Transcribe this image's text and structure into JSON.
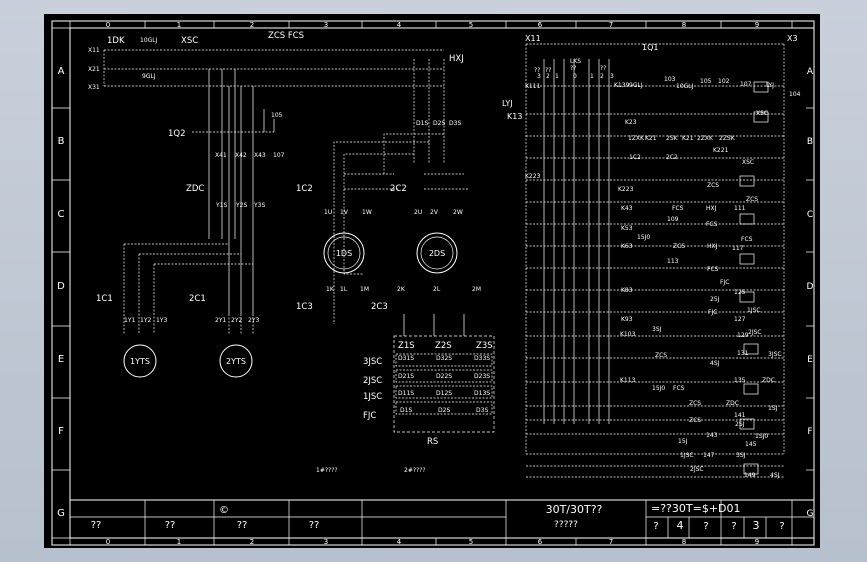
{
  "drawing": {
    "col_labels": [
      "0",
      "1",
      "2",
      "3",
      "4",
      "5",
      "6",
      "7",
      "8",
      "9"
    ],
    "row_labels": [
      "A",
      "B",
      "C",
      "D",
      "E",
      "F",
      "G"
    ],
    "top_left": [
      {
        "id": "dk",
        "text": "1DK"
      },
      {
        "id": "glj10",
        "text": "10GLJ"
      },
      {
        "id": "xsc",
        "text": "XSC"
      },
      {
        "id": "zcsfcs",
        "text": "ZCS FCS"
      },
      {
        "id": "glj9",
        "text": "9GLJ"
      },
      {
        "id": "x11",
        "text": "X11"
      },
      {
        "id": "x21",
        "text": "X21"
      },
      {
        "id": "x31",
        "text": "X31"
      },
      {
        "id": "hxj",
        "text": "HXJ"
      },
      {
        "id": "n105",
        "text": "105"
      },
      {
        "id": "q1q2",
        "text": "1Q2"
      },
      {
        "id": "x41",
        "text": "X41"
      },
      {
        "id": "x42",
        "text": "X42"
      },
      {
        "id": "x43",
        "text": "X43"
      },
      {
        "id": "n107",
        "text": "107"
      },
      {
        "id": "zdc",
        "text": "ZDC"
      },
      {
        "id": "y1s",
        "text": "Y1S"
      },
      {
        "id": "y2s",
        "text": "Y2S"
      },
      {
        "id": "y3s",
        "text": "Y3S"
      },
      {
        "id": "c1c1",
        "text": "1C1"
      },
      {
        "id": "c2c1",
        "text": "2C1"
      },
      {
        "id": "y11",
        "text": "1Y1"
      },
      {
        "id": "y12",
        "text": "1Y2"
      },
      {
        "id": "y13",
        "text": "1Y3"
      },
      {
        "id": "y21",
        "text": "2Y1"
      },
      {
        "id": "y22",
        "text": "2Y2"
      },
      {
        "id": "y23",
        "text": "2Y3"
      },
      {
        "id": "d1s",
        "text": "D1S"
      },
      {
        "id": "d2s",
        "text": "D2S"
      },
      {
        "id": "d3s",
        "text": "D3S"
      },
      {
        "id": "c1c2",
        "text": "1C2"
      },
      {
        "id": "c2c2",
        "text": "2C2"
      },
      {
        "id": "u1",
        "text": "1U"
      },
      {
        "id": "v1",
        "text": "1V"
      },
      {
        "id": "w1",
        "text": "1W"
      },
      {
        "id": "u2",
        "text": "2U"
      },
      {
        "id": "v2",
        "text": "2V"
      },
      {
        "id": "w2",
        "text": "2W"
      },
      {
        "id": "k1",
        "text": "1K"
      },
      {
        "id": "l1",
        "text": "1L"
      },
      {
        "id": "m1",
        "text": "1M"
      },
      {
        "id": "k2",
        "text": "2K"
      },
      {
        "id": "l2",
        "text": "2L"
      },
      {
        "id": "m2",
        "text": "2M"
      },
      {
        "id": "c1c3",
        "text": "1C3"
      },
      {
        "id": "c2c3",
        "text": "2C3"
      },
      {
        "id": "z1s",
        "text": "Z1S"
      },
      {
        "id": "z2s",
        "text": "Z2S"
      },
      {
        "id": "z3s",
        "text": "Z3S"
      },
      {
        "id": "jsc3",
        "text": "3JSC"
      },
      {
        "id": "jsc2",
        "text": "2JSC"
      },
      {
        "id": "jsc1",
        "text": "1JSC"
      },
      {
        "id": "fjc",
        "text": "FJC"
      },
      {
        "id": "d31s",
        "text": "D31S"
      },
      {
        "id": "d32s",
        "text": "D32S"
      },
      {
        "id": "d33s",
        "text": "D33S"
      },
      {
        "id": "d21s",
        "text": "D21S"
      },
      {
        "id": "d22s",
        "text": "D22S"
      },
      {
        "id": "d23s",
        "text": "D23S"
      },
      {
        "id": "d11s",
        "text": "D11S"
      },
      {
        "id": "d12s",
        "text": "D12S"
      },
      {
        "id": "d13s",
        "text": "D13S"
      },
      {
        "id": "d1s_b",
        "text": "D1S"
      },
      {
        "id": "d2s_b",
        "text": "D2S"
      },
      {
        "id": "d3s_b",
        "text": "D3S"
      },
      {
        "id": "rs",
        "text": "RS"
      },
      {
        "id": "m1yts",
        "text": "1YTS"
      },
      {
        "id": "m2yts",
        "text": "2YTS"
      },
      {
        "id": "m1ds",
        "text": "1DS"
      },
      {
        "id": "m2ds",
        "text": "2DS"
      },
      {
        "id": "cap1",
        "text": "1#????"
      },
      {
        "id": "cap2",
        "text": "2#????"
      }
    ],
    "control": [
      {
        "id": "x11r",
        "text": "X11"
      },
      {
        "id": "q1q1",
        "text": "1Q1"
      },
      {
        "id": "x3",
        "text": "X3"
      },
      {
        "id": "q1",
        "text": "??"
      },
      {
        "id": "q2",
        "text": "??"
      },
      {
        "id": "lks",
        "text": "LKS"
      },
      {
        "id": "q3",
        "text": "??"
      },
      {
        "id": "q4",
        "text": "??"
      },
      {
        "id": "s3",
        "text": "3"
      },
      {
        "id": "s2",
        "text": "2"
      },
      {
        "id": "s1",
        "text": "1"
      },
      {
        "id": "s0",
        "text": "0"
      },
      {
        "id": "s1b",
        "text": "1"
      },
      {
        "id": "s2b",
        "text": "2"
      },
      {
        "id": "s3b",
        "text": "3"
      },
      {
        "id": "k111",
        "text": "K111"
      },
      {
        "id": "k139",
        "text": "K139"
      },
      {
        "id": "glj9c",
        "text": "9GLJ"
      },
      {
        "id": "n103",
        "text": "103"
      },
      {
        "id": "glj10c",
        "text": "10GLJ"
      },
      {
        "id": "n105c",
        "text": "105"
      },
      {
        "id": "n102",
        "text": "102"
      },
      {
        "id": "n107c",
        "text": "107"
      },
      {
        "id": "lyj",
        "text": "LYJ"
      },
      {
        "id": "lyj2",
        "text": "LYJ"
      },
      {
        "id": "n104",
        "text": "104"
      },
      {
        "id": "k13",
        "text": "K13"
      },
      {
        "id": "k23",
        "text": "K23"
      },
      {
        "id": "xsc2",
        "text": "XSC"
      },
      {
        "id": "zxk",
        "text": "1ZXK"
      },
      {
        "id": "k21",
        "text": "K21"
      },
      {
        "id": "zsk",
        "text": "2SK"
      },
      {
        "id": "k21b",
        "text": "K21"
      },
      {
        "id": "zxk2",
        "text": "2ZXK"
      },
      {
        "id": "zsk2",
        "text": "2ZSK"
      },
      {
        "id": "k221",
        "text": "K221"
      },
      {
        "id": "c1c2r",
        "text": "1C2"
      },
      {
        "id": "c2c2r",
        "text": "2C2"
      },
      {
        "id": "xsc3",
        "text": "XSC"
      },
      {
        "id": "k223a",
        "text": "K223"
      },
      {
        "id": "k223",
        "text": "K223"
      },
      {
        "id": "zcs1",
        "text": "ZCS"
      },
      {
        "id": "k43",
        "text": "K43"
      },
      {
        "id": "fcs1",
        "text": "FCS"
      },
      {
        "id": "hxj1",
        "text": "HXJ"
      },
      {
        "id": "n111",
        "text": "111"
      },
      {
        "id": "zcs2",
        "text": "ZCS"
      },
      {
        "id": "k53",
        "text": "K53"
      },
      {
        "id": "n109",
        "text": "109"
      },
      {
        "id": "fcs2",
        "text": "FCS"
      },
      {
        "id": "sj15",
        "text": "15J0"
      },
      {
        "id": "k63",
        "text": "K63"
      },
      {
        "id": "zcs3",
        "text": "ZCS"
      },
      {
        "id": "hxj2",
        "text": "HXJ"
      },
      {
        "id": "n117",
        "text": "117"
      },
      {
        "id": "fcs3",
        "text": "FCS"
      },
      {
        "id": "n113",
        "text": "113"
      },
      {
        "id": "fcs4",
        "text": "FCS"
      },
      {
        "id": "k83",
        "text": "K83"
      },
      {
        "id": "fjc2",
        "text": "FJC"
      },
      {
        "id": "n125",
        "text": "125"
      },
      {
        "id": "sj25",
        "text": "25J"
      },
      {
        "id": "k93",
        "text": "K93"
      },
      {
        "id": "fjc3",
        "text": "FJC"
      },
      {
        "id": "n127",
        "text": "127"
      },
      {
        "id": "jsc1r",
        "text": "1JSC"
      },
      {
        "id": "k103",
        "text": "K103"
      },
      {
        "id": "sj3",
        "text": "3SJ"
      },
      {
        "id": "n129",
        "text": "129"
      },
      {
        "id": "jsc2r",
        "text": "2JSC"
      },
      {
        "id": "zcs4",
        "text": "ZCS"
      },
      {
        "id": "n131",
        "text": "131"
      },
      {
        "id": "jsc3r",
        "text": "3JSC"
      },
      {
        "id": "k113",
        "text": "K113"
      },
      {
        "id": "sj4",
        "text": "4SJ"
      },
      {
        "id": "sj15b",
        "text": "15J0"
      },
      {
        "id": "n135",
        "text": "135"
      },
      {
        "id": "zdc2",
        "text": "ZDC"
      },
      {
        "id": "fcs5",
        "text": "FCS"
      },
      {
        "id": "zcs5",
        "text": "ZCS"
      },
      {
        "id": "zdc3",
        "text": "ZDC"
      },
      {
        "id": "n141",
        "text": "141"
      },
      {
        "id": "sj1",
        "text": "1SJ"
      },
      {
        "id": "zcs6",
        "text": "ZCS"
      },
      {
        "id": "sj2",
        "text": "2SJ"
      },
      {
        "id": "n143",
        "text": "143"
      },
      {
        "id": "sj1b",
        "text": "1SJ0"
      },
      {
        "id": "sj15c",
        "text": "15J"
      },
      {
        "id": "n145",
        "text": "145"
      },
      {
        "id": "jsc1c",
        "text": "1JSC"
      },
      {
        "id": "n147",
        "text": "147"
      },
      {
        "id": "sj3b",
        "text": "3SJ"
      },
      {
        "id": "jsc2c",
        "text": "2JSC"
      },
      {
        "id": "n149",
        "text": "149"
      },
      {
        "id": "sj4b",
        "text": "4SJ"
      }
    ],
    "title_block": {
      "c1": "??",
      "c2": "??",
      "c3": "??",
      "c4": "??",
      "copyright": "©",
      "drawing_title": "30T/30T??",
      "drawing_sub": "?????",
      "code": "=??30T=$+D01",
      "q_a": "?",
      "n4": "4",
      "q_b": "?",
      "q_c": "?",
      "n3": "3",
      "q_d": "?"
    }
  }
}
